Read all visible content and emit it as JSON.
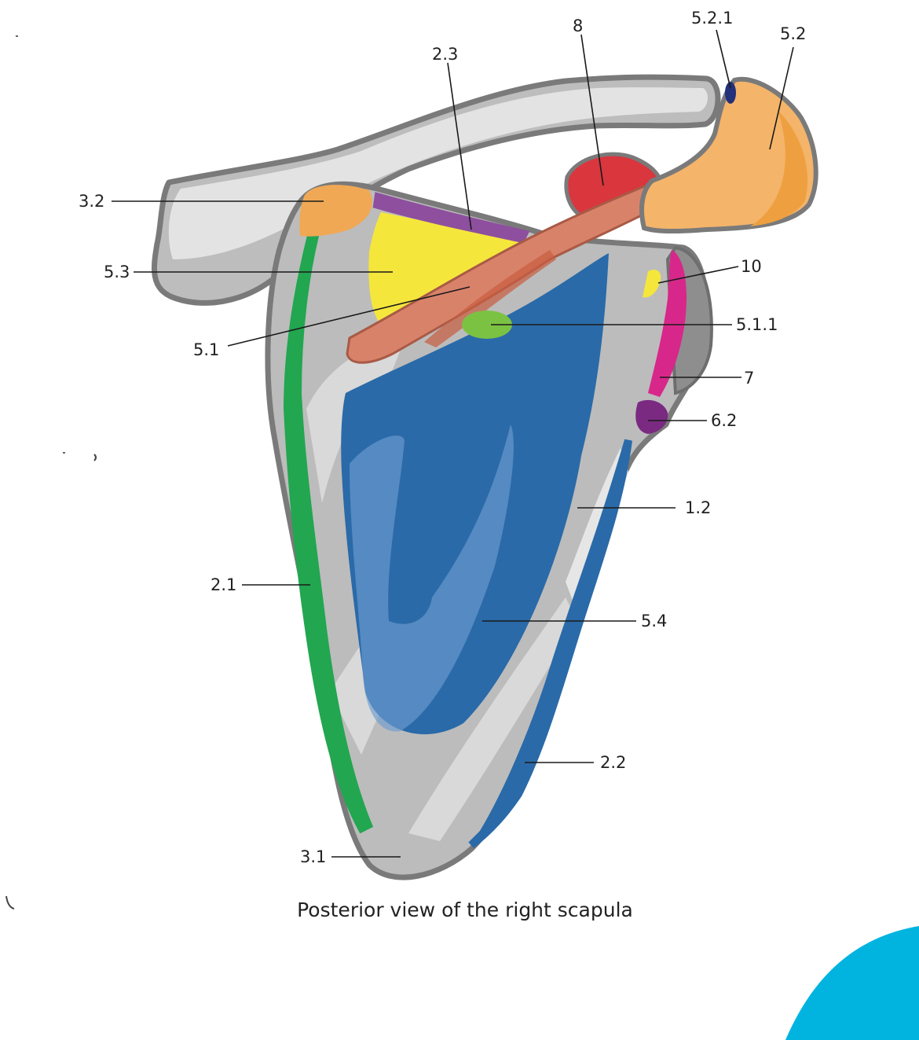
{
  "caption": "Posterior view of the right scapula",
  "labels": {
    "l_1_2": "1.2",
    "l_2_1": "2.1",
    "l_2_2": "2.2",
    "l_2_3": "2.3",
    "l_3_1": "3.1",
    "l_3_2": "3.2",
    "l_5_1": "5.1",
    "l_5_1_1": "5.1.1",
    "l_5_2": "5.2",
    "l_5_2_1": "5.2.1",
    "l_5_3": "5.3",
    "l_5_4": "5.4",
    "l_6_2": "6.2",
    "l_7": "7",
    "l_8": "8",
    "l_10": "10"
  },
  "colors": {
    "bone_outline": "#7a7a7a",
    "bone_fill": "#bcbcbc",
    "bone_highlight": "#e2e2e2",
    "infraspinatus_blue": "#2a6aa8",
    "teres_minor_green": "#1fa34a",
    "spine_salmon": "#d9826a",
    "supraspinatus_yellow": "#f5e63c",
    "acromion_orange": "#f4b46a",
    "coracoid_red": "#d9363e",
    "trapezius_purple": "#8e4f9e",
    "triceps_magenta": "#d8278b",
    "teres_purple": "#7b2a82",
    "corner_accent": "#00b4e0"
  }
}
